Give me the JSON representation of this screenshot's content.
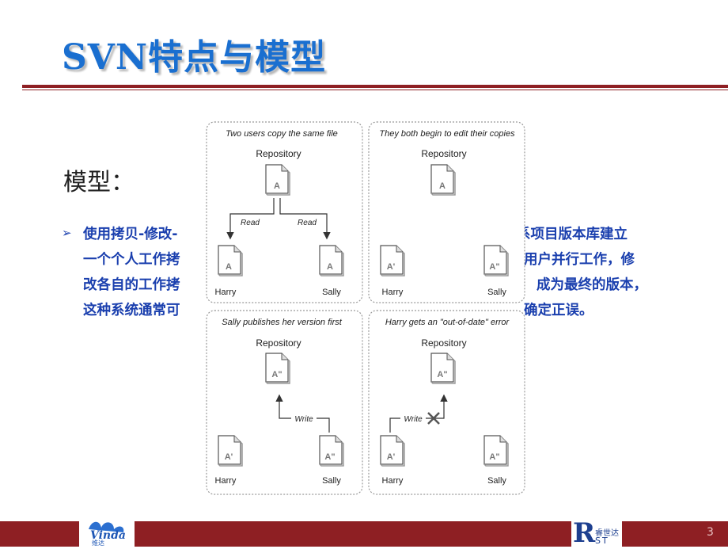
{
  "slide": {
    "title": "SVN特点与模型",
    "heading": "模型：",
    "bullet_symbol": "➢",
    "body_lines": [
      "使用拷贝-修改-",
      "一个个人工作拷",
      "改各自的工作拷",
      "这种系统通常可"
    ],
    "body_lines_right": [
      "系项目版本库建立",
      "用户并行工作，修",
      "成为最终的版本，",
      "确定正误。"
    ],
    "page_number": "3"
  },
  "diagram": {
    "panels": [
      {
        "caption": "Two users copy the same file",
        "repository": "Repository",
        "repo_file": "A",
        "harry_file": "A",
        "sally_file": "A",
        "harry": "Harry",
        "sally": "Sally",
        "arrow_left": "Read",
        "arrow_right": "Read"
      },
      {
        "caption": "They both begin to edit their copies",
        "repository": "Repository",
        "repo_file": "A",
        "harry_file": "A'",
        "sally_file": "A\"",
        "harry": "Harry",
        "sally": "Sally"
      },
      {
        "caption": "Sally publishes her version first",
        "repository": "Repository",
        "repo_file": "A\"",
        "harry_file": "A'",
        "sally_file": "A\"",
        "harry": "Harry",
        "sally": "Sally",
        "arrow": "Write"
      },
      {
        "caption": "Harry gets an \"out-of-date\" error",
        "repository": "Repository",
        "repo_file": "A\"",
        "harry_file": "A'",
        "sally_file": "A\"",
        "harry": "Harry",
        "sally": "Sally",
        "arrow": "Write"
      }
    ]
  },
  "footer": {
    "left_logo_text": "Vinda",
    "left_logo_sub": "维达",
    "right_logo_letter": "R",
    "right_logo_cn": "睿世达",
    "right_logo_abbr": "ST"
  },
  "colors": {
    "title": "#1a6fd0",
    "body_text": "#1a3fae",
    "accent_bar": "#8e1f23"
  }
}
